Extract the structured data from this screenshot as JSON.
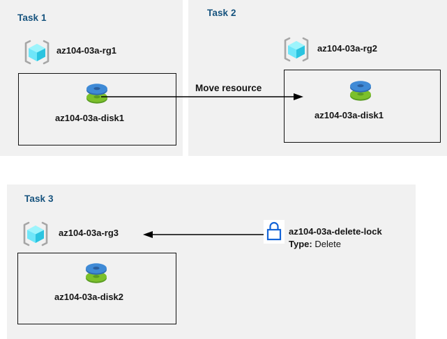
{
  "diagram": {
    "title": "Azure resource group tasks diagram",
    "colors": {
      "panel_bg": "#f1f1f1",
      "page_bg": "#ffffff",
      "task_title": "#16537e",
      "box_border": "#111111",
      "disk_blue": "#3b83d1",
      "disk_green": "#72b027",
      "cube_cyan": "#55e2f5",
      "bracket_gray": "#a6a6a6",
      "lock_blue": "#1464d7",
      "arrow": "#000000",
      "text": "#141414"
    }
  },
  "panels": [
    {
      "id": "task1",
      "title": "Task 1",
      "resource_group": {
        "icon": "resource-group-cube-icon",
        "label": "az104-03a-rg1"
      },
      "resource": {
        "icon": "managed-disk-icon",
        "label": "az104-03a-disk1"
      }
    },
    {
      "id": "task2",
      "title": "Task 2",
      "resource_group": {
        "icon": "resource-group-cube-icon",
        "label": "az104-03a-rg2"
      },
      "resource": {
        "icon": "managed-disk-icon",
        "label": "az104-03a-disk1"
      }
    },
    {
      "id": "task3",
      "title": "Task 3",
      "resource_group": {
        "icon": "resource-group-cube-icon",
        "label": "az104-03a-rg3"
      },
      "resource": {
        "icon": "managed-disk-icon",
        "label": "az104-03a-disk2"
      }
    }
  ],
  "connectors": {
    "move": {
      "label": "Move resource",
      "direction": "right",
      "from": "task1-disk1",
      "to": "task2-disk1"
    },
    "lock": {
      "direction": "left",
      "from": "az104-03a-delete-lock",
      "to": "az104-03a-rg3"
    }
  },
  "lock": {
    "icon": "padlock-icon",
    "name": "az104-03a-delete-lock",
    "type_key": "Type:",
    "type_value": "Delete"
  }
}
